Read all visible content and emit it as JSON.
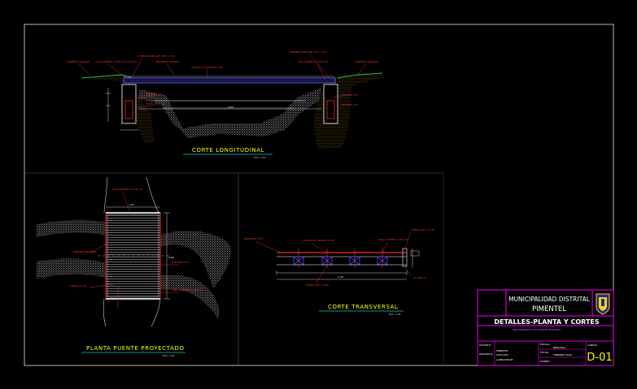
{
  "drawing": {
    "views": {
      "longitudinal": {
        "title": "CORTE LONGITUDINAL",
        "scale": "ESC. 1/50"
      },
      "plan": {
        "title": "PLANTA PUENTE PROYECTADO",
        "scale": "ESC. 1/50"
      },
      "transverse": {
        "title": "CORTE TRANSVERSAL",
        "scale": "ESC. 1/25"
      }
    },
    "callouts": {
      "long_1": "TERRENO NATURAL",
      "long_2": "VIGA MADERA 0.30x0.30 L=4.50m",
      "long_3": "4 PERNOS ANCLAJE 5/8\" x 0.30",
      "long_4": "BARANDA MADERA",
      "long_5": "TABLAS DE MADERA 2\"x8\"",
      "long_6": "VIGA MADERA 0.30x0.30",
      "long_7": "ESTRIBO C°S°",
      "long_8": "NIVEL DE AGUA",
      "plan_1": "VIGA MADERA 0.30x0.30",
      "plan_2": "BARANDA MADERA",
      "plan_3": "TABLAS 2\"x8\"",
      "plan_4": "ESTRIBO C°S°",
      "trans_1": "BARANDA 2\"x4\"",
      "trans_2": "TABLAS DE MADERA 2\"x8\"",
      "trans_3": "PERNO 5/8\" x 0.30",
      "trans_4": "VIGA MADERA 0.30x0.30",
      "trans_5": "CLAVOS 4\""
    },
    "dimensions": {
      "span": "4.50",
      "width": "1.20"
    }
  },
  "title_block": {
    "org_line1": "MUNICIPALIDAD DISTRITAL",
    "org_line2": "PIMENTEL",
    "sheet_title": "DETALLES-PLANTA Y CORTES",
    "project_line": "MEJORAMIENTO DEL PUENTE PEATONAL",
    "district_label": "DISTRITO:",
    "district": "PIMENTEL",
    "province_label": "PROVINCIA:",
    "province": "CHICLAYO",
    "region": "LAMBAYEQUE",
    "scale_label": "ESCALA:",
    "scale_value": "INDICADA",
    "date_label": "FECHA:",
    "date_value": "FEBRERO 2018",
    "sheet_label": "LAMINA:",
    "sheet_code": "D-01",
    "designer_label": "DISEÑO:"
  }
}
